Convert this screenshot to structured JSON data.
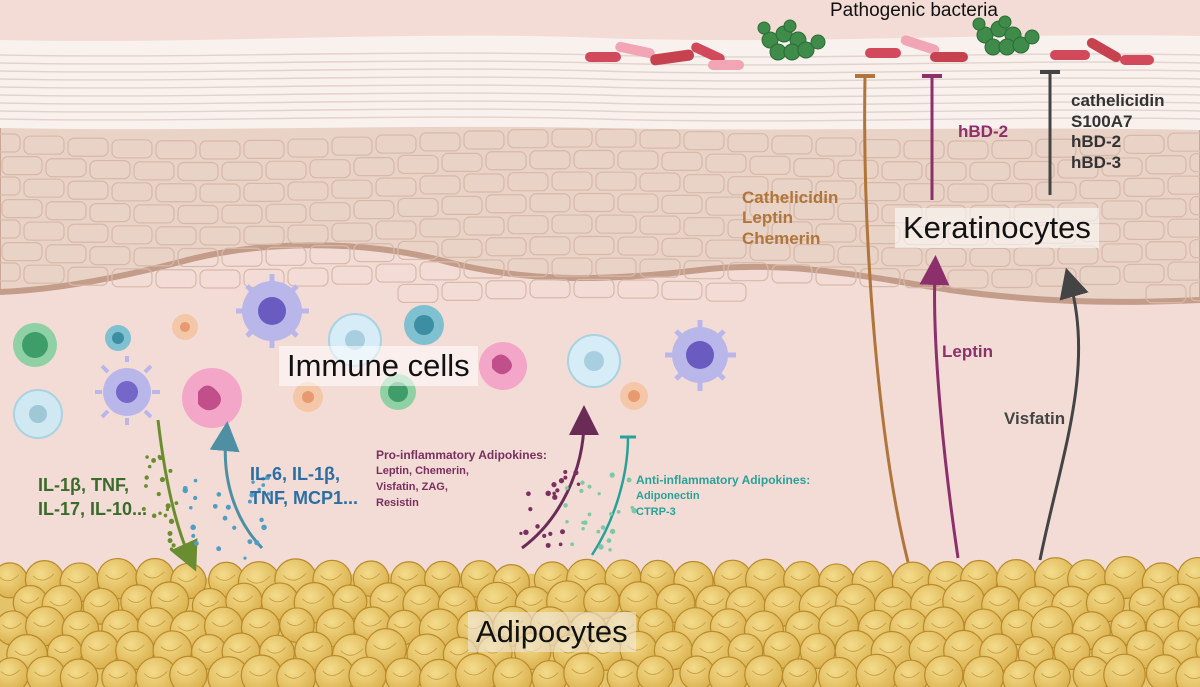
{
  "labels": {
    "pathogenic_bacteria": "Pathogenic bacteria",
    "keratinocytes": "Keratinocytes",
    "immune_cells": "Immune cells",
    "adipocytes": "Adipocytes",
    "keratinocyte_antimicrobials": [
      "cathelicidin",
      "S100A7",
      "hBD-2",
      "hBD-3"
    ],
    "hbd2": "hBD-2",
    "adipocyte_antimicrobials": [
      "Cathelicidin",
      "Leptin",
      "Chemerin"
    ],
    "leptin": "Leptin",
    "visfatin": "Visfatin",
    "immune_to_adipocyte": [
      "IL-1β, TNF,",
      "IL-17, IL-10..."
    ],
    "adipocyte_to_immune": [
      "IL-6, IL-1β,",
      "TNF, MCP1..."
    ],
    "pro_inflammatory_title": "Pro-inflammatory Adipokines:",
    "pro_inflammatory_items": [
      "Leptin, Chemerin,",
      "Visfatin, ZAG,",
      "Resistin"
    ],
    "anti_inflammatory_title": "Anti-inflammatory Adipokines:",
    "anti_inflammatory_items": [
      "Adiponectin",
      "CTRP-3"
    ]
  },
  "colors": {
    "cytokine_green": "#3a6b2a",
    "cytokine_blue": "#2b6ea3",
    "pro_inflammatory": "#7a2f5f",
    "anti_inflammatory": "#2aa198",
    "antimicrobial_orange": "#b0753a",
    "leptin_magenta": "#8c2f6b",
    "visfatin_gray": "#444444",
    "dermis": "#f3dcd6",
    "epidermis": "#e9d2c6",
    "stratum_corneum": "#f8f1ee",
    "adipocyte_fill": "#e8c56a"
  }
}
